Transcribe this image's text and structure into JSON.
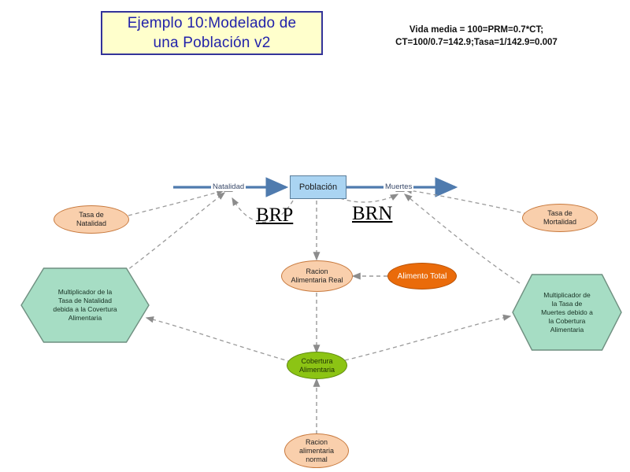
{
  "title": {
    "text": "Ejemplo 10:Modelado de\nuna Población v2"
  },
  "formula_note": {
    "text": "Vida media = 100=PRM=0.7*CT;\nCT=100/0.7=142.9;Tasa=1/142.9=0.007"
  },
  "colors": {
    "title_fill": "#FFFFCC",
    "title_border": "#333399",
    "title_text": "#2222AA",
    "stock_fill": "#AAD4F2",
    "stock_border": "#5A7D9A",
    "flow_pipe": "#4F7BAE",
    "ellipse_peach": "#F9CFAC",
    "ellipse_orange": "#EA6B0A",
    "ellipse_green": "#8CC414",
    "hexagon_green": "#A6DDC4",
    "connector": "#999999"
  },
  "nodes": {
    "poblacion": {
      "label": "Población",
      "shape": "stock"
    },
    "natalidad": {
      "label": "Natalidad",
      "shape": "flow"
    },
    "muertes": {
      "label": "Muertes",
      "shape": "flow"
    },
    "tasa_natalidad": {
      "label": "Tasa de\nNatalidad",
      "shape": "ellipse"
    },
    "tasa_mortalidad": {
      "label": "Tasa de\nMortalidad",
      "shape": "ellipse"
    },
    "mult_natalidad": {
      "label": "Multiplicador de la\nTasa de Natalidad\ndebida a la Covertura\nAlimentaria",
      "shape": "hexagon"
    },
    "mult_muertes": {
      "label": "Multiplicador de\nla Tasa de\nMuertes debido a\nla Cobertura\nAlimentaria",
      "shape": "hexagon"
    },
    "racion_real": {
      "label": "Racion\nAlimentaria Real",
      "shape": "ellipse"
    },
    "alimento_total": {
      "label": "Alimento Total",
      "shape": "ellipse"
    },
    "cobertura": {
      "label": "Cobertura\nAlimentaria",
      "shape": "ellipse"
    },
    "racion_normal": {
      "label": "Racion\nalimentaria\nnormal",
      "shape": "ellipse"
    }
  },
  "loop_labels": {
    "brp": "BRP",
    "brn": "BRN"
  }
}
